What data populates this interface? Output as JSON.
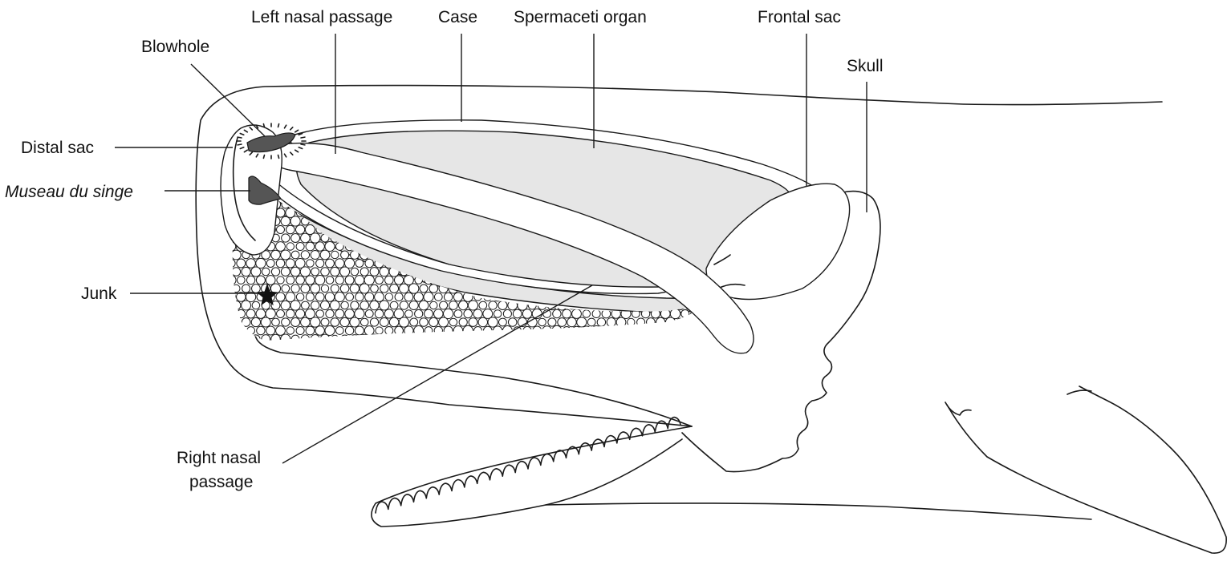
{
  "labels": {
    "left_nasal_passage": "Left nasal passage",
    "case": "Case",
    "spermaceti_organ": "Spermaceti organ",
    "frontal_sac": "Frontal sac",
    "skull": "Skull",
    "blowhole": "Blowhole",
    "distal_sac": "Distal sac",
    "museau_du_singe": "Museau du singe",
    "junk": "Junk",
    "right_nasal_passage_line1": "Right nasal",
    "right_nasal_passage_line2": "passage"
  },
  "colors": {
    "line": "#1a1a1a",
    "organ_fill": "#e6e6e6",
    "dark_fill": "#555555",
    "background": "#ffffff"
  }
}
